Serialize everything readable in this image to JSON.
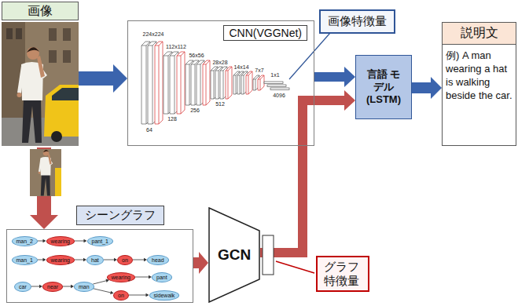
{
  "diagram": {
    "nodes": [
      {
        "text": [
          "画像"
        ]
      },
      {
        "text": [
          "CNN(VGGNet)"
        ]
      },
      {
        "text": [
          "画像特徴量"
        ]
      },
      {
        "text": [
          "言語 モデル (LSTM)"
        ]
      },
      {
        "text": [
          "説明文",
          "例) A man wearing a hat is walking beside the car."
        ]
      },
      {
        "text": [
          "シーングラフ"
        ]
      },
      {
        "text": [
          "man_2"
        ],
        "in": 5
      },
      {
        "text": [
          "wearing"
        ],
        "in": 5
      },
      {
        "text": [
          "pant_1"
        ],
        "in": 5
      },
      {
        "text": [
          "man_1"
        ],
        "in": 5
      },
      {
        "text": [
          "wearing"
        ],
        "in": 5
      },
      {
        "text": [
          "hat"
        ],
        "in": 5
      },
      {
        "text": [
          "on"
        ],
        "in": 5
      },
      {
        "text": [
          "head"
        ],
        "in": 5
      },
      {
        "text": [
          "car"
        ],
        "in": 5
      },
      {
        "text": [
          "near"
        ],
        "in": 5
      },
      {
        "text": [
          "man"
        ],
        "in": 5
      },
      {
        "text": [
          "wearing"
        ],
        "in": 5
      },
      {
        "text": [
          "pant"
        ],
        "in": 5
      },
      {
        "text": [
          "on"
        ],
        "in": 5
      },
      {
        "text": [
          "sidewalk"
        ],
        "in": 5
      },
      {
        "text": [
          "GCN"
        ]
      },
      {
        "text": [
          "グラフ 特徴量"
        ]
      }
    ],
    "edges": [
      {
        "from": 0,
        "to": 1,
        "arrow": "to"
      },
      {
        "from": 1,
        "to": 3,
        "arrow": "to"
      },
      {
        "from": 3,
        "to": 4,
        "arrow": "to"
      },
      {
        "from": 0,
        "to": 5,
        "arrow": "to"
      },
      {
        "from": 5,
        "to": 21,
        "arrow": "to"
      },
      {
        "from": 21,
        "to": 3,
        "arrow": "to"
      },
      {
        "from": 6,
        "to": 7,
        "arrow": "to"
      },
      {
        "from": 7,
        "to": 8,
        "arrow": "to"
      },
      {
        "from": 9,
        "to": 10,
        "arrow": "to"
      },
      {
        "from": 10,
        "to": 11,
        "arrow": "to"
      },
      {
        "from": 11,
        "to": 12,
        "arrow": "to"
      },
      {
        "from": 12,
        "to": 13,
        "arrow": "to"
      },
      {
        "from": 14,
        "to": 15,
        "arrow": "to"
      },
      {
        "from": 15,
        "to": 16,
        "arrow": "to"
      },
      {
        "from": 16,
        "to": 17,
        "arrow": "to"
      },
      {
        "from": 17,
        "to": 18,
        "arrow": "to"
      },
      {
        "from": 16,
        "to": 19,
        "arrow": "to"
      },
      {
        "from": 19,
        "to": 20,
        "arrow": "to"
      }
    ],
    "labels": [
      "224x224",
      "112x112",
      "56x56",
      "28x28",
      "14x14",
      "7x7",
      "1x1",
      "64",
      "128",
      "256",
      "512",
      "4096"
    ]
  }
}
